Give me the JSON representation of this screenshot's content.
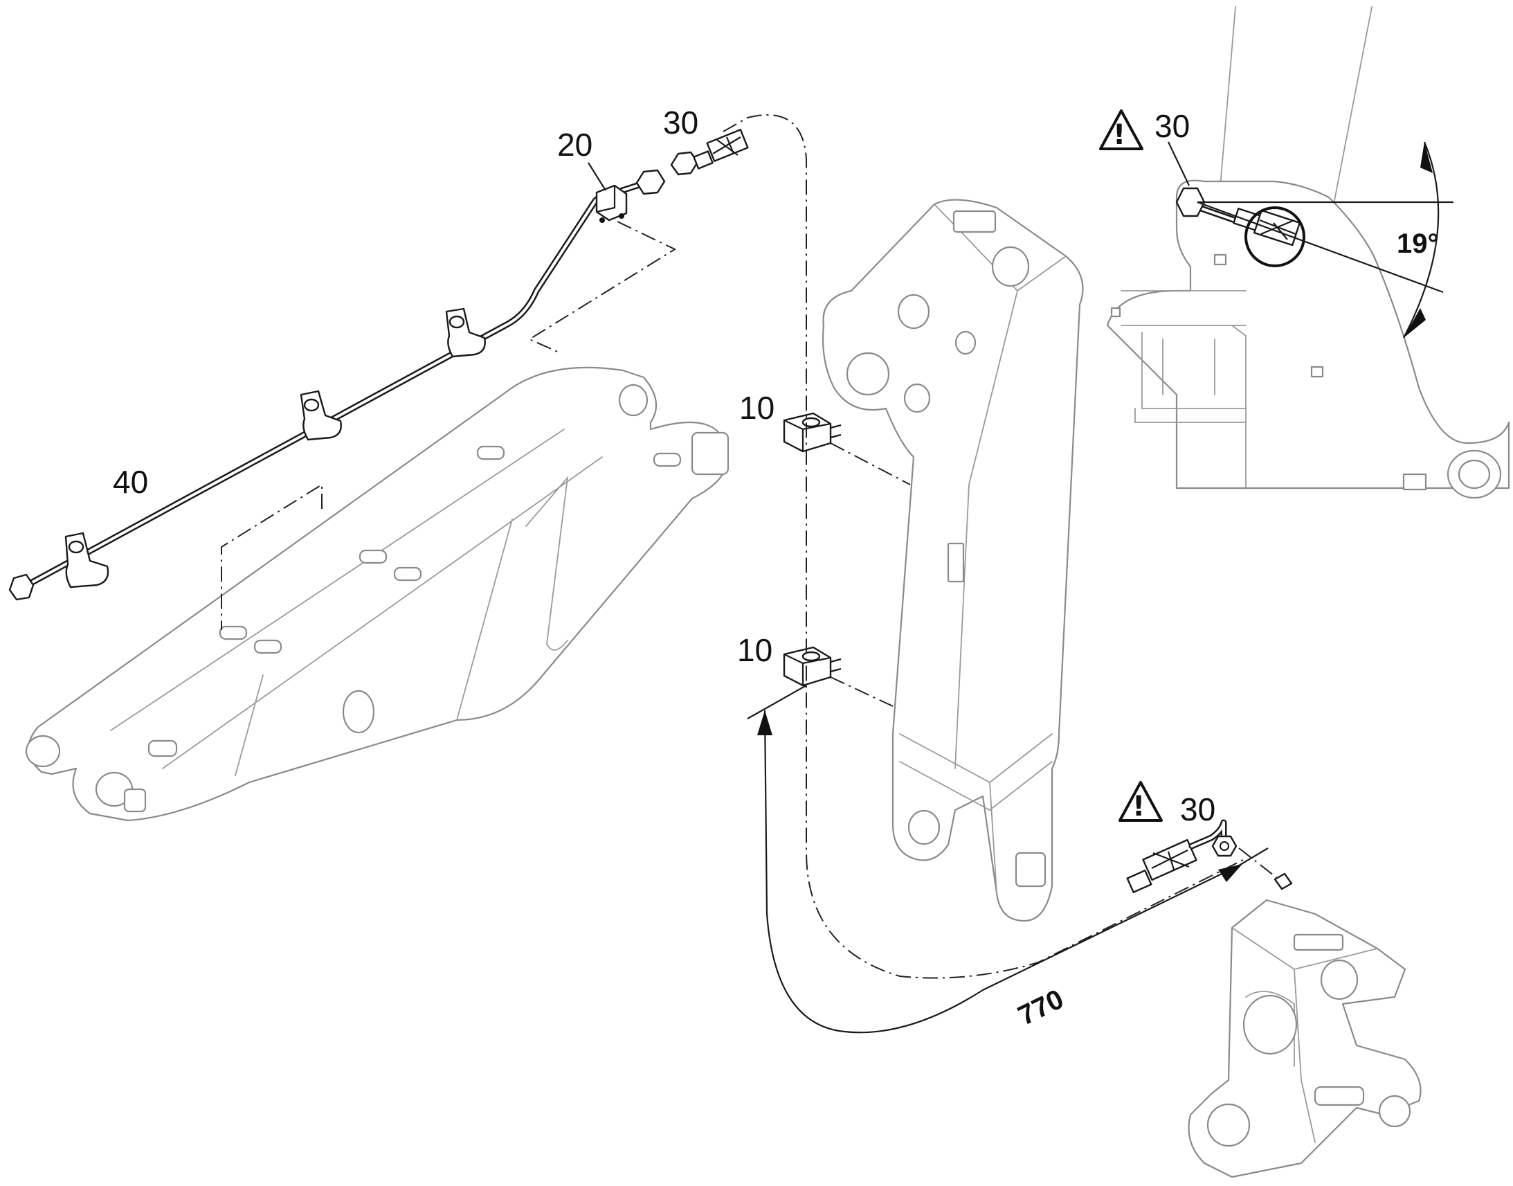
{
  "callouts": {
    "pipe_40": "40",
    "clamp_20": "20",
    "hose_top_30": "30",
    "hose_detail_30": "30",
    "hose_bottom_30": "30",
    "clip_upper_10": "10",
    "clip_lower_10": "10"
  },
  "dimensions": {
    "hose_length": "770",
    "hose_angle": "19°"
  },
  "warnings": {
    "symbol": "!",
    "icon": "warning-triangle-icon"
  },
  "colors": {
    "line_art": "#1a1a1a",
    "outline_art": "#8a8a8a",
    "background": "#ffffff"
  }
}
